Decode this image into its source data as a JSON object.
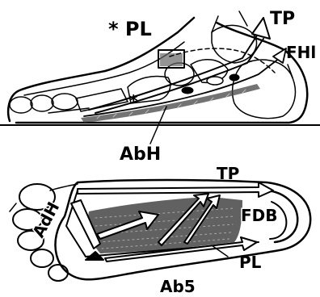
{
  "labels": {
    "pl_top": "* PL",
    "tp_top": "TP",
    "fhl": "FHl",
    "star": "*",
    "abh": "AbH",
    "tp_bottom": "TP",
    "fdb": "FDB",
    "adh": "AdH",
    "pl_bottom": "PL",
    "ab5": "Ab5"
  }
}
